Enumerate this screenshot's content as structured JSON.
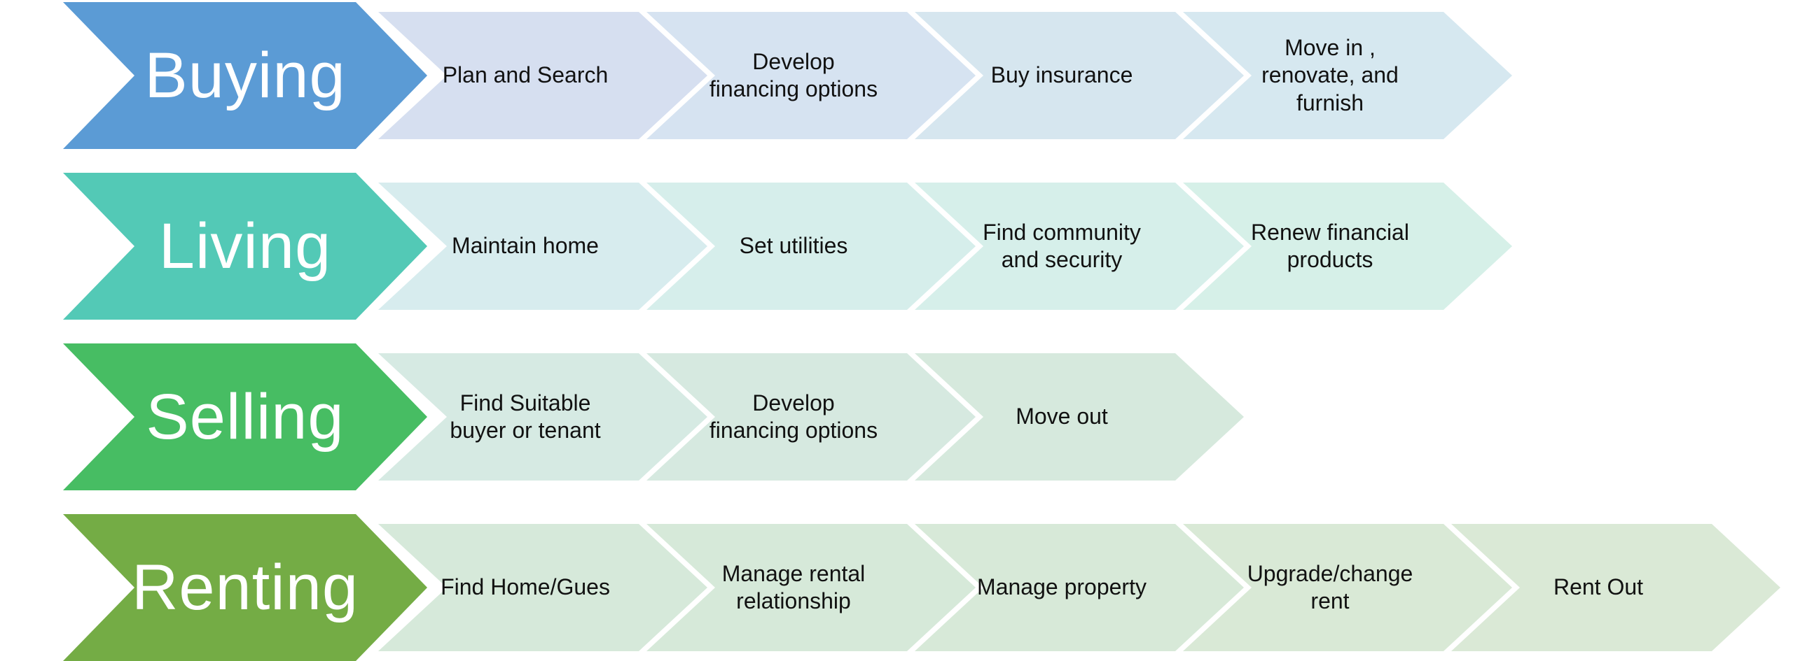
{
  "rows": [
    {
      "label": "Buying",
      "color": "#5B9BD5",
      "steps": [
        {
          "text": "Plan and Search",
          "color": "#D6DFF0"
        },
        {
          "text": "Develop\nfinancing options",
          "color": "#D6E3F1"
        },
        {
          "text": "Buy insurance",
          "color": "#D6E6EF"
        },
        {
          "text": "Move in ,\nrenovate, and\nfurnish",
          "color": "#D6E8F0"
        }
      ]
    },
    {
      "label": "Living",
      "color": "#53C9B6",
      "steps": [
        {
          "text": "Maintain home",
          "color": "#D7ECEE"
        },
        {
          "text": "Set utilities",
          "color": "#D6EEEB"
        },
        {
          "text": "Find community\nand security",
          "color": "#D6EFEA"
        },
        {
          "text": "Renew financial\nproducts",
          "color": "#D6F0E8"
        }
      ]
    },
    {
      "label": "Selling",
      "color": "#47BD63",
      "steps": [
        {
          "text": "Find Suitable\nbuyer or tenant",
          "color": "#D6EAE3"
        },
        {
          "text": "Develop\nfinancing options",
          "color": "#D6E9E0"
        },
        {
          "text": "Move out",
          "color": "#D6E9DD"
        }
      ]
    },
    {
      "label": "Renting",
      "color": "#74AC45",
      "steps": [
        {
          "text": "Find Home/Gues",
          "color": "#D6E9DA"
        },
        {
          "text": "Manage rental\nrelationship",
          "color": "#D6E9D9"
        },
        {
          "text": "Manage property",
          "color": "#D7E9D8"
        },
        {
          "text": "Upgrade/change\nrent",
          "color": "#D9E9D6"
        },
        {
          "text": "Rent Out",
          "color": "#DAE9D6"
        }
      ]
    }
  ]
}
